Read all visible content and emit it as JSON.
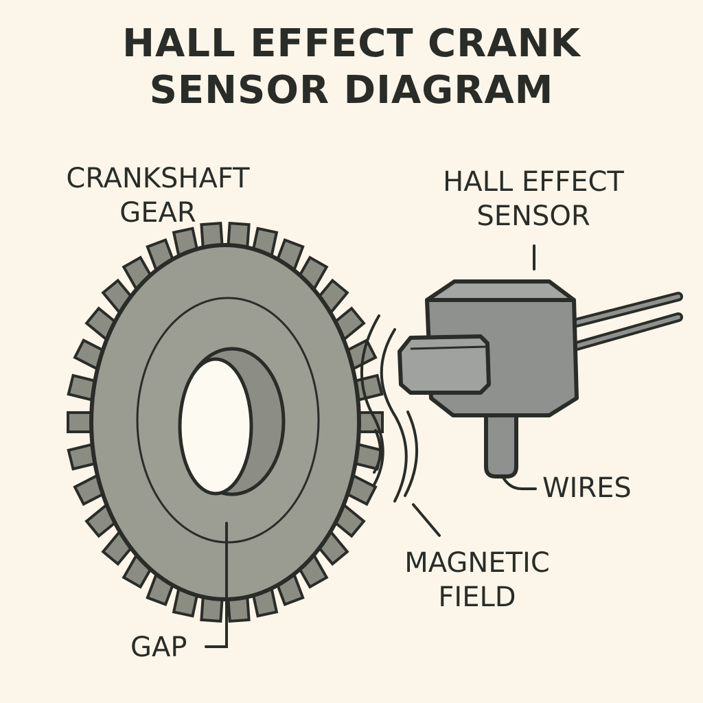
{
  "title": {
    "line1": "HALL EFFECT CRANK",
    "line2": "SENSOR DIAGRAM"
  },
  "labels": {
    "gear": {
      "line1": "CRANKSHAFT",
      "line2": "GEAR"
    },
    "sensor": {
      "line1": "HALL EFFECT",
      "line2": "SENSOR"
    },
    "wires": "WIRES",
    "magnetic_field": {
      "line1": "MAGNETIC",
      "line2": "FIELD"
    },
    "gap": "GAP"
  },
  "colors": {
    "background": "#fbf6e9",
    "ink": "#2a2c28",
    "gear_fill": "#9a9b91",
    "gear_tooth": "#8b8c82",
    "hole_fill": "#fdfaf1",
    "sensor_body": "#8e918d",
    "sensor_face": "#9fa29e"
  },
  "icons": [
    "crankshaft-gear-icon",
    "hall-effect-sensor-icon",
    "magnetic-field-waves-icon",
    "wires-icon"
  ]
}
